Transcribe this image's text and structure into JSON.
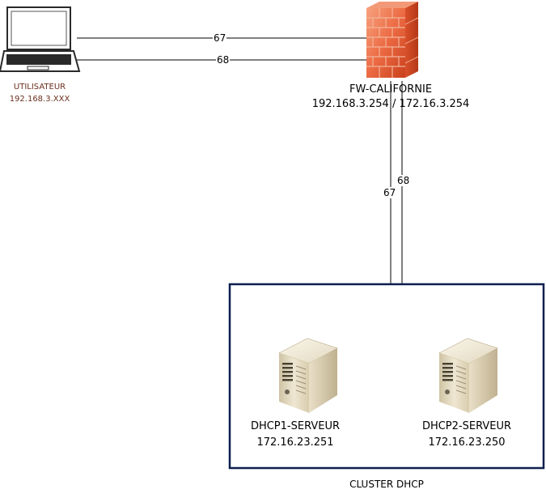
{
  "user": {
    "name": "UTILISATEUR",
    "ip": "192.168.3.XXX",
    "icon": "laptop-icon"
  },
  "firewall": {
    "name": "FW-CALIFORNIE",
    "ips": "192.168.3.254 / 172.16.3.254",
    "icon": "firewall-brick-icon"
  },
  "links": {
    "user_fw_top": "67",
    "user_fw_bottom": "68",
    "fw_cluster_left": "67",
    "fw_cluster_right": "68"
  },
  "cluster": {
    "label": "CLUSTER DHCP",
    "border_color": "#0c1f4f",
    "servers": [
      {
        "name": "DHCP1-SERVEUR",
        "ip": "172.16.23.251",
        "icon": "server-tower-icon"
      },
      {
        "name": "DHCP2-SERVEUR",
        "ip": "172.16.23.250",
        "icon": "server-tower-icon"
      }
    ]
  },
  "colors": {
    "firewall": "#e8643c",
    "server_body": "#ddd2b6",
    "link_line": "#000000"
  }
}
